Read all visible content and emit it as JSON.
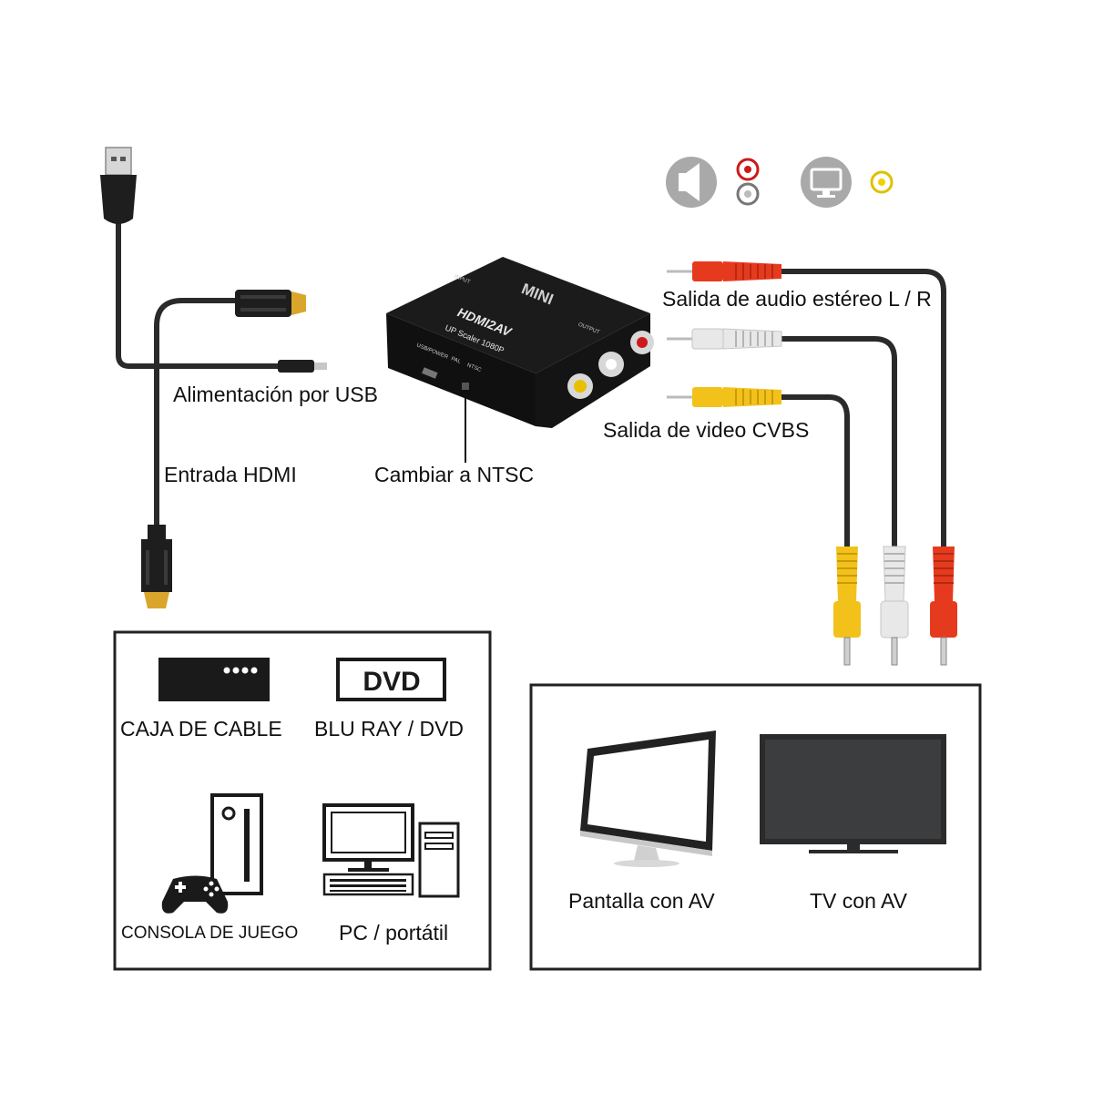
{
  "labels": {
    "usb_power": "Alimentación por USB",
    "hdmi_input": "Entrada HDMI",
    "ntsc_switch": "Cambiar a NTSC",
    "audio_out": "Salida de audio estéreo L / R",
    "video_out": "Salida de video CVBS"
  },
  "converter": {
    "top_text": "MINI",
    "model": "HDMI2AV",
    "scaler": "UP Scaler 1080P",
    "input_label": "INPUT",
    "output_label": "OUTPUT",
    "usb_power_label": "USB/POWER",
    "pal_label": "PAL",
    "ntsc_label": "NTSC"
  },
  "sources": {
    "cable_box": "CAJA DE CABLE",
    "dvd_logo": "DVD",
    "bluray_dvd": "BLU RAY / DVD",
    "game_console": "CONSOLA DE JUEGO",
    "pc_laptop": "PC / portátil"
  },
  "displays": {
    "monitor": "Pantalla con AV",
    "tv": "TV con AV"
  },
  "colors": {
    "rca_red": "#e63a1e",
    "rca_white": "#e8e8e8",
    "rca_yellow": "#f2c21b",
    "cable_black": "#2a2a2a",
    "gold": "#d9a52b",
    "icon_grey": "#a9a9a9"
  },
  "icons": [
    "speaker-icon",
    "audio-jacks-icon",
    "monitor-icon",
    "video-jack-icon",
    "usb-plug-icon",
    "hdmi-plug-icon",
    "rca-plug-icon",
    "gamepad-icon",
    "pc-tower-icon"
  ]
}
